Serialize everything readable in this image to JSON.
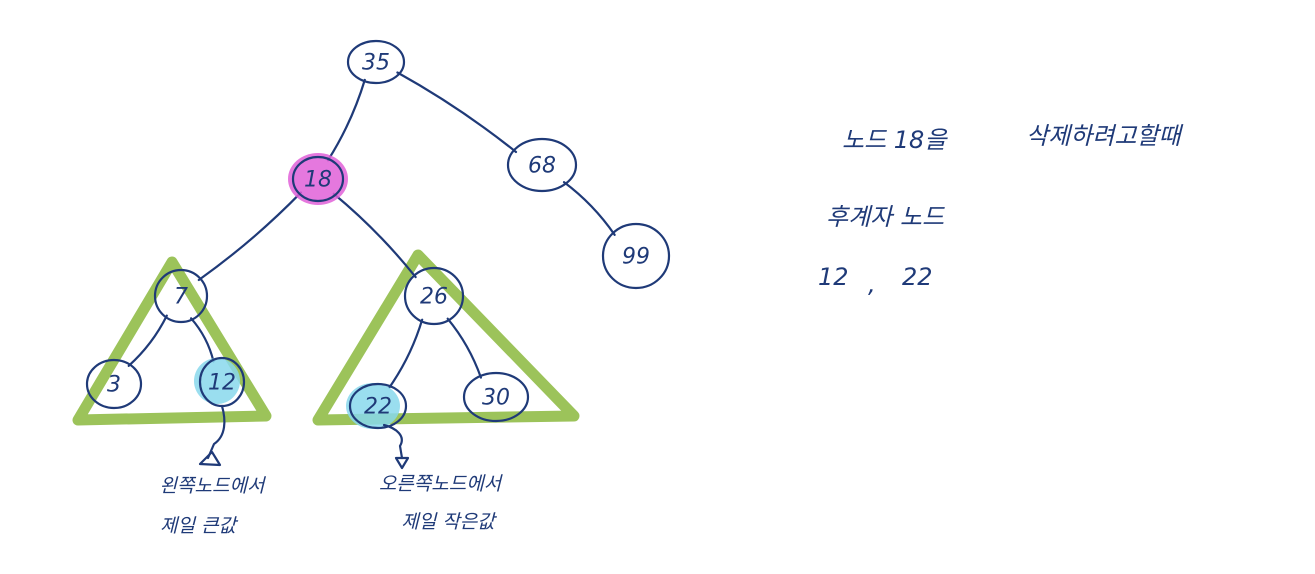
{
  "colors": {
    "ink": "#1f3a78",
    "triangle": "#9cc35a",
    "highlight_delete": "#e060d8",
    "highlight_successor": "#88d8ec"
  },
  "tree": {
    "nodes": [
      {
        "id": "n35",
        "label": "35"
      },
      {
        "id": "n18",
        "label": "18",
        "highlight": "delete"
      },
      {
        "id": "n68",
        "label": "68"
      },
      {
        "id": "n99",
        "label": "99"
      },
      {
        "id": "n7",
        "label": "7"
      },
      {
        "id": "n3",
        "label": "3"
      },
      {
        "id": "n12",
        "label": "12",
        "highlight": "successor"
      },
      {
        "id": "n26",
        "label": "26"
      },
      {
        "id": "n22",
        "label": "22",
        "highlight": "successor"
      },
      {
        "id": "n30",
        "label": "30"
      }
    ],
    "edges": [
      {
        "from": "n35",
        "to": "n18"
      },
      {
        "from": "n35",
        "to": "n68"
      },
      {
        "from": "n68",
        "to": "n99"
      },
      {
        "from": "n18",
        "to": "n7"
      },
      {
        "from": "n18",
        "to": "n26"
      },
      {
        "from": "n7",
        "to": "n3"
      },
      {
        "from": "n7",
        "to": "n12"
      },
      {
        "from": "n26",
        "to": "n22"
      },
      {
        "from": "n26",
        "to": "n30"
      }
    ]
  },
  "captions": {
    "left_line1": "왼쪽노드에서",
    "left_line2": "제일 큰값",
    "right_line1": "오른쪽노드에서",
    "right_line2": "제일 작은값"
  },
  "notes": {
    "line1_part1": "노드 18을",
    "line1_part2": "삭제하려고할때",
    "line2": "후계자 노드",
    "line3_a": "12",
    "line3_sep": ",",
    "line3_b": "22"
  }
}
